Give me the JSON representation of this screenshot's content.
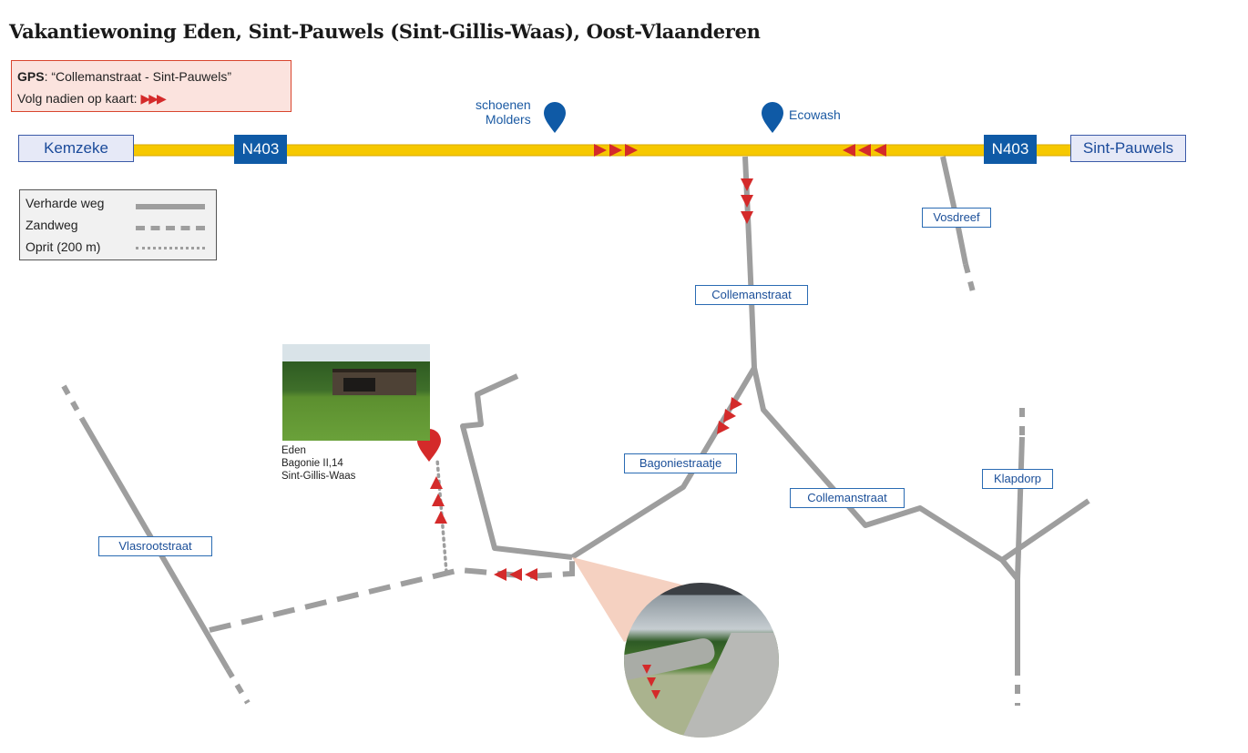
{
  "title": "Vakantiewoning Eden, Sint-Pauwels (Sint-Gillis-Waas), Oost-Vlaanderen",
  "gps": {
    "label": "GPS",
    "value": ": “Collemanstraat - Sint-Pauwels”",
    "follow_text": "Volg nadien op kaart:",
    "arrows": "▶▶▶"
  },
  "legend": {
    "items": [
      {
        "label": "Verharde weg",
        "style": "solid"
      },
      {
        "label": "Zandweg",
        "style": "dashed"
      },
      {
        "label": "Oprit (200 m)",
        "style": "dotted"
      }
    ]
  },
  "places": {
    "west_town": "Kemzeke",
    "east_town": "Sint-Pauwels",
    "road_west": "N403",
    "road_east": "N403"
  },
  "pois": {
    "shoes": "schoenen Molders",
    "shoes_line1": "schoenen",
    "shoes_line2": "Molders",
    "ecowash": "Ecowash"
  },
  "streets": {
    "vosdreef": "Vosdreef",
    "collemanstraat_north": "Collemanstraat",
    "bagoniestraatje": "Bagoniestraatje",
    "collemanstraat_south": "Collemanstraat",
    "klapdorp": "Klapdorp",
    "vlasrootstraat": "Vlasrootstraat"
  },
  "destination": {
    "name": "Eden",
    "street": "Bagonie II,14",
    "city": "Sint-Gillis-Waas"
  },
  "colors": {
    "main_road": "#f6c800",
    "road_gray": "#9e9e9e",
    "arrow_red": "#d42a2a",
    "marker_blue": "#0f5aa6",
    "marker_red": "#d42a2a",
    "label_blue": "#2a6bb3"
  }
}
